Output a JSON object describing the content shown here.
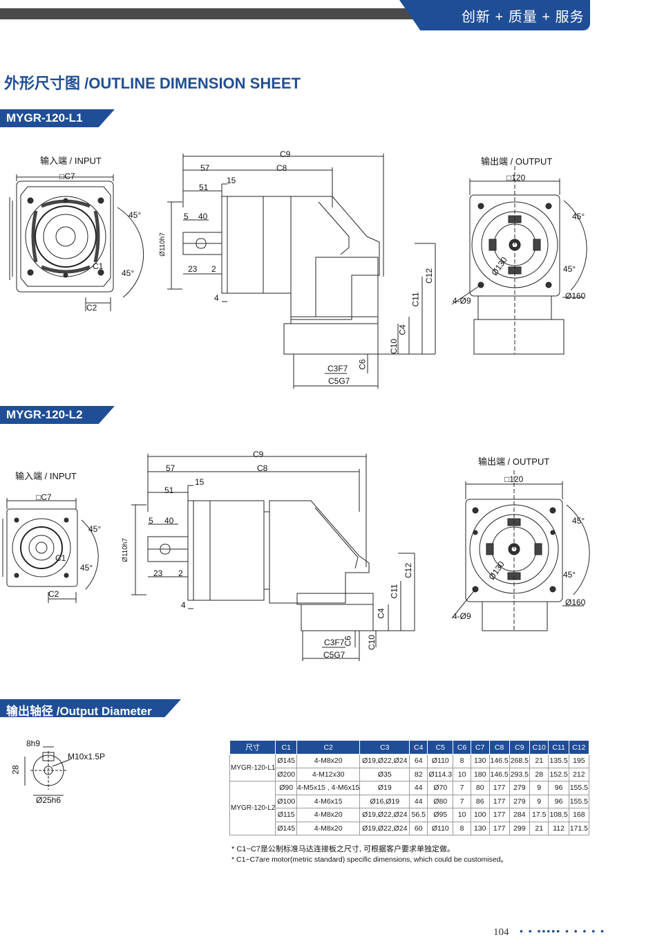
{
  "header": {
    "slogan": "创新 + 质量 + 服务",
    "page_title": "外形尺寸图 /OUTLINE DIMENSION SHEET"
  },
  "colors": {
    "brand": "#1f4e96",
    "bar": "#4a4a4a"
  },
  "sections": {
    "l1": "MYGR-120-L1",
    "l2": "MYGR-120-L2",
    "output": "输出轴径 /Output Diameter"
  },
  "labels": {
    "input": "输入端 / INPUT",
    "output": "输出端 / OUTPUT",
    "c7": "□C7",
    "s120": "□120",
    "deg45": "45°",
    "c1": "C1",
    "c2": "C2",
    "c3": "C3F7",
    "c4": "C4",
    "c5": "C5G7",
    "c6": "C6",
    "c8": "C8",
    "c9": "C9",
    "c10": "C10",
    "c11": "C11",
    "c12": "C12",
    "d57": "57",
    "d51": "51",
    "d15": "15",
    "d5": "5",
    "d40": "40",
    "d23": "23",
    "d2": "2",
    "d4": "4",
    "d110": "Ø110h7",
    "d130": "Ø130",
    "d160": "Ø160",
    "holes": "4-Ø9",
    "shaft_key": "8h9",
    "shaft_thread": "M10x1.5P",
    "shaft_h": "28",
    "shaft_d": "Ø25h6"
  },
  "table": {
    "headers": [
      "尺寸",
      "C1",
      "C2",
      "C3",
      "C4",
      "C5",
      "C6",
      "C7",
      "C8",
      "C9",
      "C10",
      "C11",
      "C12"
    ],
    "groups": [
      {
        "model": "MYGR-120-L1",
        "rows": [
          [
            "Ø145",
            "4-M8x20",
            "Ø19,Ø22,Ø24",
            "64",
            "Ø110",
            "8",
            "130",
            "146.5",
            "268.5",
            "21",
            "135.5",
            "195"
          ],
          [
            "Ø200",
            "4-M12x30",
            "Ø35",
            "82",
            "Ø114.3",
            "10",
            "180",
            "146.5",
            "293.5",
            "28",
            "152.5",
            "212"
          ]
        ]
      },
      {
        "model": "MYGR-120-L2",
        "rows": [
          [
            "Ø90",
            "4-M5x15 , 4-M6x15",
            "Ø19",
            "44",
            "Ø70",
            "7",
            "80",
            "177",
            "279",
            "9",
            "96",
            "155.5"
          ],
          [
            "Ø100",
            "4-M6x15",
            "Ø16,Ø19",
            "44",
            "Ø80",
            "7",
            "86",
            "177",
            "279",
            "9",
            "96",
            "155.5"
          ],
          [
            "Ø115",
            "4-M8x20",
            "Ø19,Ø22,Ø24",
            "56.5",
            "Ø95",
            "10",
            "100",
            "177",
            "284",
            "17.5",
            "108.5",
            "168"
          ],
          [
            "Ø145",
            "4-M8x20",
            "Ø19,Ø22,Ø24",
            "60",
            "Ø110",
            "8",
            "130",
            "177",
            "299",
            "21",
            "112",
            "171.5"
          ]
        ]
      }
    ]
  },
  "notes": {
    "cn": "* C1~C7是公制标准马达连接板之尺寸, 可根据客户要求单独定做。",
    "en": "* C1~C7are motor(metric standard)  specific dimensions, which could be customised。"
  },
  "footer": {
    "page": "104",
    "dots": "• • ••••• • • • • •"
  }
}
